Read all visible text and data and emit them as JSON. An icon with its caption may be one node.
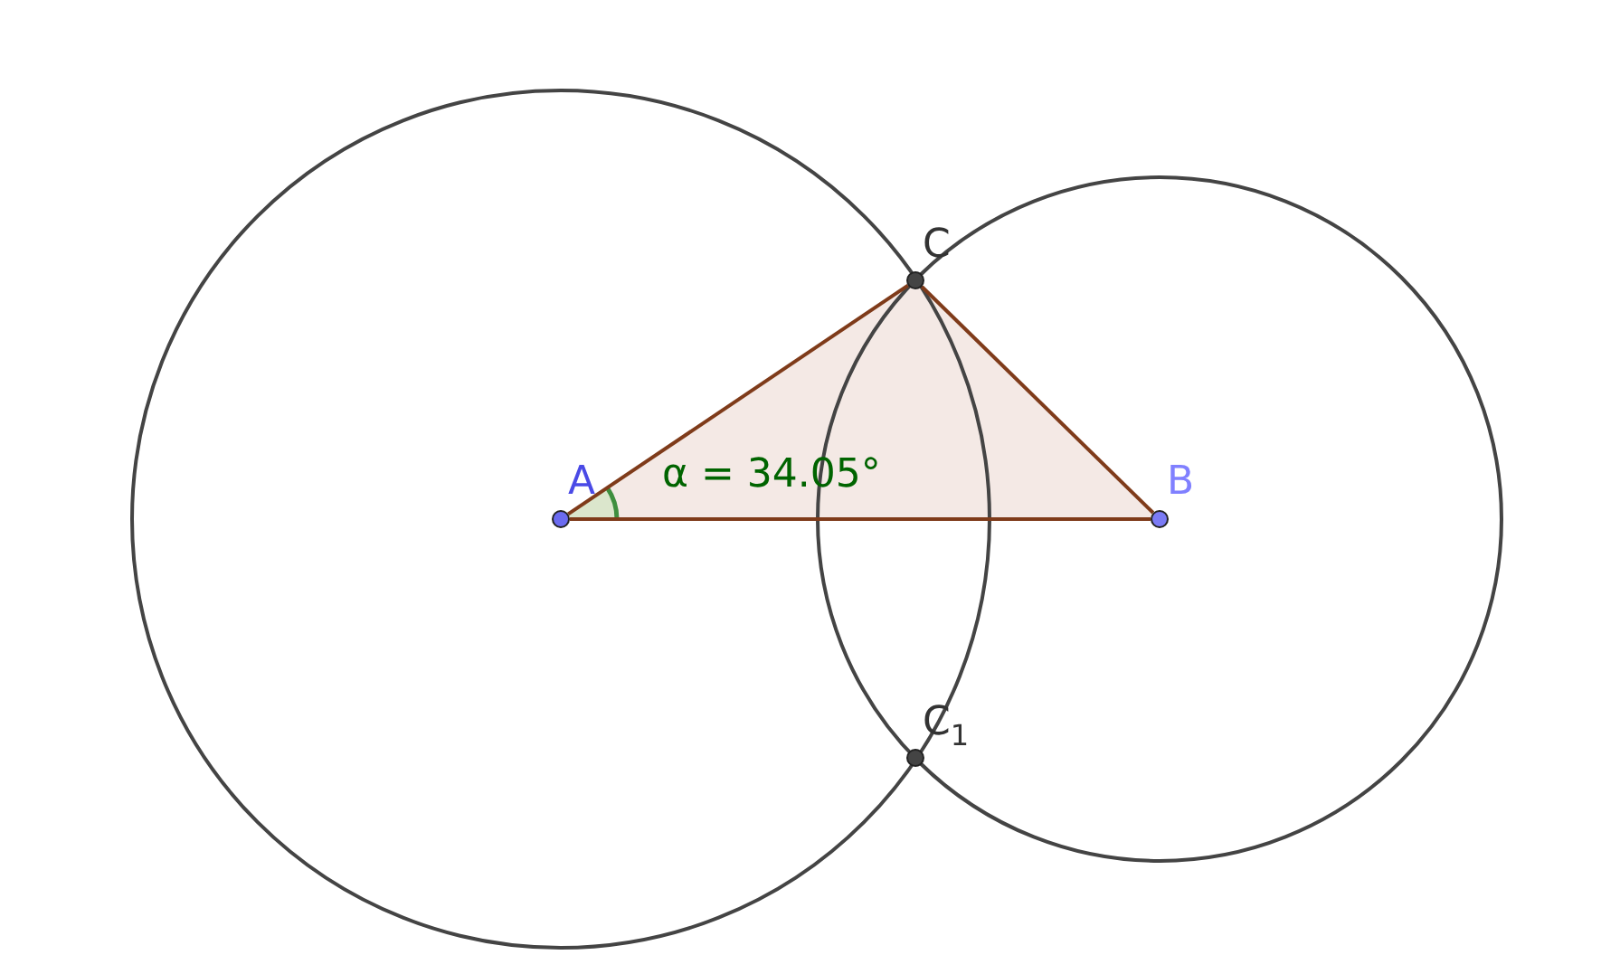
{
  "diagram": {
    "nodes": [
      {
        "text": [
          "A"
        ]
      },
      {
        "text": [
          "B"
        ]
      },
      {
        "text": [
          "C"
        ]
      },
      {
        "text": [
          "C$_{1}$"
        ]
      }
    ],
    "edges": [
      {
        "from": 0,
        "to": 2,
        "arrow": "none"
      },
      {
        "from": 2,
        "to": 1,
        "arrow": "none"
      },
      {
        "from": 0,
        "to": 1,
        "arrow": "none"
      }
    ],
    "labels": [
      "α = 34.05°"
    ]
  }
}
